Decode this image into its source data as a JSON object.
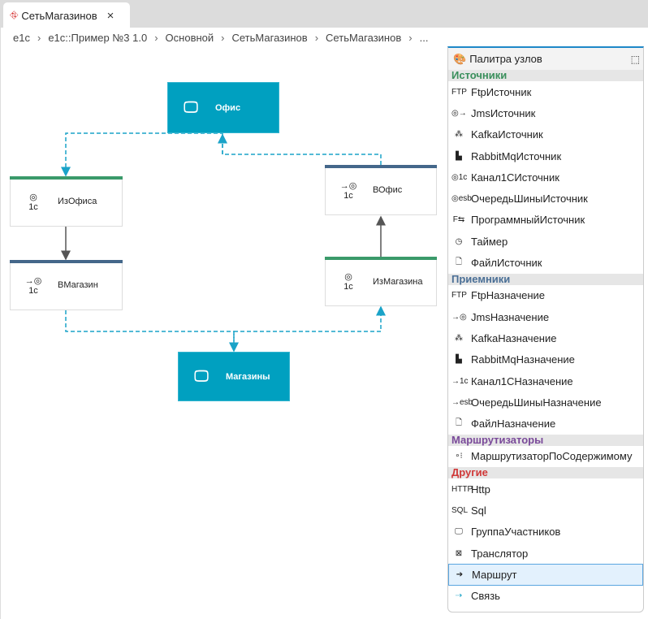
{
  "tab": {
    "title": "СетьМагазинов",
    "close": "×"
  },
  "breadcrumb": [
    "e1c",
    "e1c::Пример №3 1.0",
    "Основной",
    "СетьМагазинов",
    "СетьМагазинов",
    "..."
  ],
  "colors": {
    "group": "#00a0c0",
    "source_bar": "#3a9a6a",
    "dest_bar": "#44678a",
    "link": "#1aa3c8",
    "route": "#555555"
  },
  "nodes": {
    "office": {
      "label": "Офис",
      "icon": "monitor-icon"
    },
    "from_office": {
      "label": "ИзОфиса",
      "icon": "channel-1c-source-icon"
    },
    "to_store": {
      "label": "ВМагазин",
      "icon": "channel-1c-dest-icon"
    },
    "to_office": {
      "label": "ВОфис",
      "icon": "channel-1c-dest-icon"
    },
    "from_store": {
      "label": "ИзМагазина",
      "icon": "channel-1c-source-icon"
    },
    "stores": {
      "label": "Магазины",
      "icon": "monitor-icon"
    }
  },
  "palette": {
    "title": "Палитра узлов",
    "sections": [
      {
        "label": "Источники",
        "color": "#3a8f5c",
        "items": [
          {
            "label": "FtpИсточник",
            "icon": "FTP"
          },
          {
            "label": "JmsИсточник",
            "icon": "◎→"
          },
          {
            "label": "KafkaИсточник",
            "icon": "⁂"
          },
          {
            "label": "RabbitMqИсточник",
            "icon": "▙"
          },
          {
            "label": "Канал1СИсточник",
            "icon": "◎1c"
          },
          {
            "label": "ОчередьШиныИсточник",
            "icon": "◎esb"
          },
          {
            "label": "ПрограммныйИсточник",
            "icon": "F⇆"
          },
          {
            "label": "Таймер",
            "icon": "◷"
          },
          {
            "label": "ФайлИсточник",
            "icon": "🗋"
          }
        ]
      },
      {
        "label": "Приемники",
        "color": "#4a6f96",
        "items": [
          {
            "label": "FtpНазначение",
            "icon": "FTP"
          },
          {
            "label": "JmsНазначение",
            "icon": "→◎"
          },
          {
            "label": "KafkaНазначение",
            "icon": "⁂"
          },
          {
            "label": "RabbitMqНазначение",
            "icon": "▙"
          },
          {
            "label": "Канал1СНазначение",
            "icon": "→1c"
          },
          {
            "label": "ОчередьШиныНазначение",
            "icon": "→esb"
          },
          {
            "label": "ФайлНазначение",
            "icon": "🗋"
          }
        ]
      },
      {
        "label": "Маршрутизаторы",
        "color": "#7a4a9a",
        "items": [
          {
            "label": "МаршрутизаторПоСодержимому",
            "icon": "∘⁝"
          }
        ]
      },
      {
        "label": "Другие",
        "color": "#d03838",
        "items": [
          {
            "label": "Http",
            "icon": "HTTP"
          },
          {
            "label": "Sql",
            "icon": "SQL"
          },
          {
            "label": "ГруппаУчастников",
            "icon": "🖵"
          },
          {
            "label": "Транслятор",
            "icon": "⊠"
          },
          {
            "label": "Маршрут",
            "icon": "➔",
            "active": true
          },
          {
            "label": "Связь",
            "icon": "⇢"
          }
        ]
      }
    ]
  }
}
